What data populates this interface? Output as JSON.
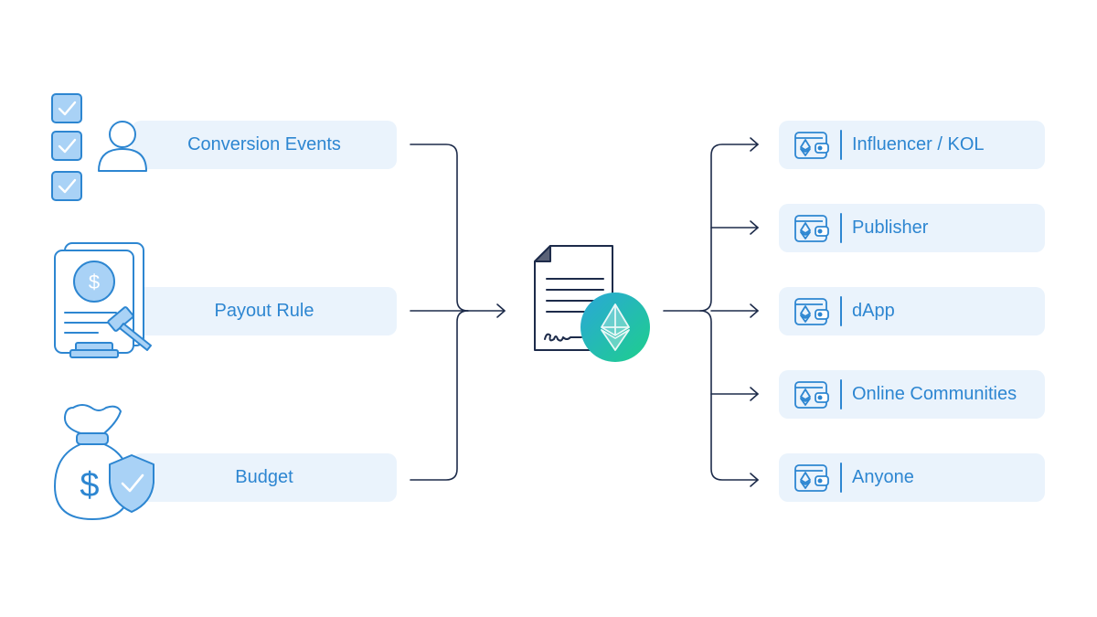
{
  "inputs": [
    {
      "label": "Conversion Events",
      "icon": "user-checklist-icon"
    },
    {
      "label": "Payout Rule",
      "icon": "payout-document-gavel-icon"
    },
    {
      "label": "Budget",
      "icon": "money-bag-shield-icon"
    }
  ],
  "center": {
    "icon": "smart-contract-ethereum-icon"
  },
  "outputs": [
    {
      "label": "Influencer / KOL",
      "icon": "eth-wallet-icon"
    },
    {
      "label": "Publisher",
      "icon": "eth-wallet-icon"
    },
    {
      "label": "dApp",
      "icon": "eth-wallet-icon"
    },
    {
      "label": "Online Communities",
      "icon": "eth-wallet-icon"
    },
    {
      "label": "Anyone",
      "icon": "eth-wallet-icon"
    }
  ],
  "colors": {
    "accent": "#2d86d1",
    "icon_fill": "#a9d2f6",
    "pill_background": "#eaf3fc",
    "connector": "#1d2b4a",
    "eth_gradient_start": "#2aa7d8",
    "eth_gradient_end": "#1ecf8c"
  }
}
